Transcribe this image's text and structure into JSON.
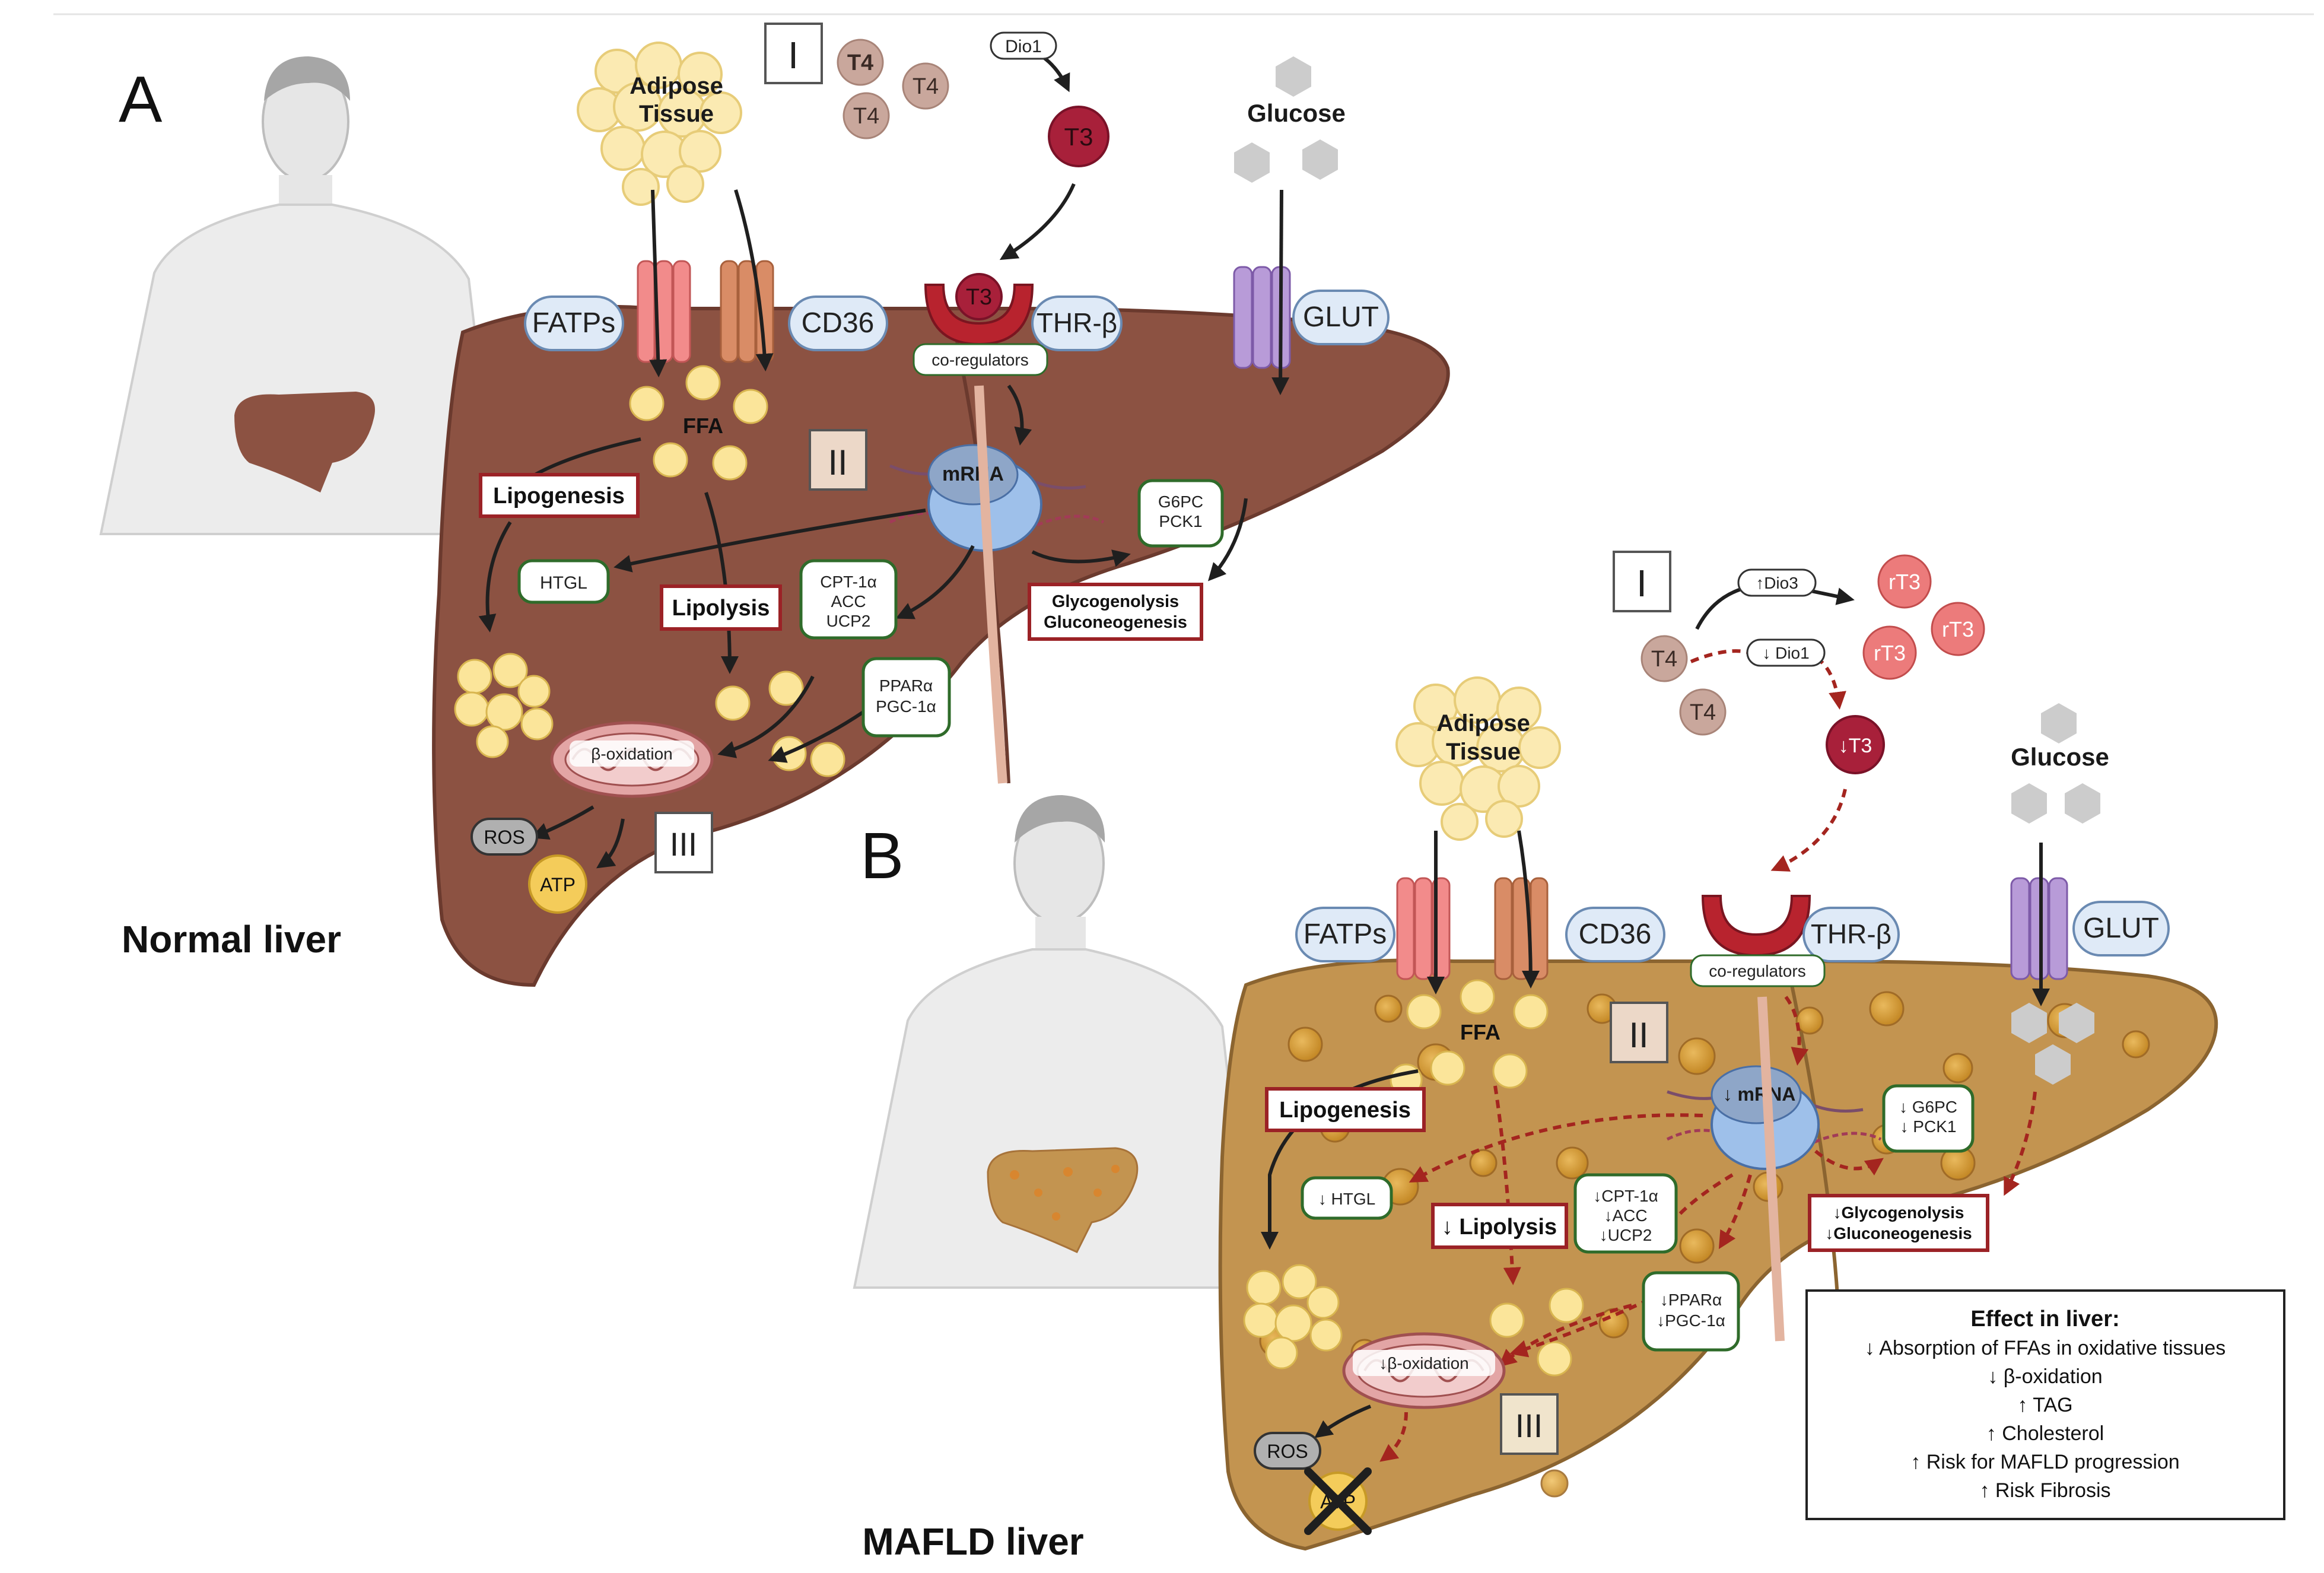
{
  "panels": {
    "a_letter": "A",
    "b_letter": "B",
    "normal_caption": "Normal liver",
    "mafld_caption": "MAFLD liver"
  },
  "stage_labels": {
    "one": "I",
    "two": "II",
    "three": "III"
  },
  "panel_a": {
    "adipose_line1": "Adipose",
    "adipose_line2": "Tissue",
    "t4": "T4",
    "t3": "T3",
    "dio1": "Dio1",
    "glucose": "Glucose",
    "fatps": "FATPs",
    "cd36": "CD36",
    "thr": "THR-β",
    "glut": "GLUT",
    "coregulators": "co-regulators",
    "ffa": "FFA",
    "mrna": "mRNA",
    "lipogenesis": "Lipogenesis",
    "htgl": "HTGL",
    "lipolysis": "Lipolysis",
    "cpt_line1": "CPT-1α",
    "cpt_line2": "ACC",
    "cpt_line3": "UCP2",
    "g6pc": "G6PC",
    "pck1": "PCK1",
    "glyco1": "Glycogenolysis",
    "glyco2": "Gluconeogenesis",
    "ppar1": "PPARα",
    "ppar2": "PGC-1α",
    "beta_ox": "β-oxidation",
    "ros": "ROS",
    "atp": "ATP"
  },
  "panel_b": {
    "adipose_line1": "Adipose",
    "adipose_line2": "Tissue",
    "t4": "T4",
    "rt3": "rT3",
    "t3": "↓T3",
    "dio3": "↑Dio3",
    "dio1": "↓ Dio1",
    "glucose": "Glucose",
    "fatps": "FATPs",
    "cd36": "CD36",
    "thr": "THR-β",
    "glut": "GLUT",
    "coregulators": "co-regulators",
    "ffa": "FFA",
    "mrna": "↓ mRNA",
    "lipogenesis": "Lipogenesis",
    "htgl": "↓ HTGL",
    "lipolysis": "↓ Lipolysis",
    "cpt_line1": "↓CPT-1α",
    "cpt_line2": "↓ACC",
    "cpt_line3": "↓UCP2",
    "g6pc": "↓ G6PC",
    "pck1": "↓ PCK1",
    "glyco1": "↓Glycogenolysis",
    "glyco2": "↓Gluconeogenesis",
    "ppar1": "↓PPARα",
    "ppar2": "↓PGC-1α",
    "beta_ox": "↓β-oxidation",
    "ros": "ROS",
    "atp": "ATP"
  },
  "effect_box": {
    "title": "Effect in liver:",
    "items": [
      "↓ Absorption of FFAs in oxidative tissues",
      "↓ β-oxidation",
      "↑ TAG",
      "↑ Cholesterol",
      "↑ Risk for MAFLD progression",
      "↑ Risk Fibrosis"
    ]
  },
  "colors": {
    "normal_liver": "#8c5242",
    "mafld_liver": "#c39450",
    "inhibit_arrow": "#a4251f",
    "label_border": "#9b2226",
    "gene_border": "#2f6b2a"
  }
}
